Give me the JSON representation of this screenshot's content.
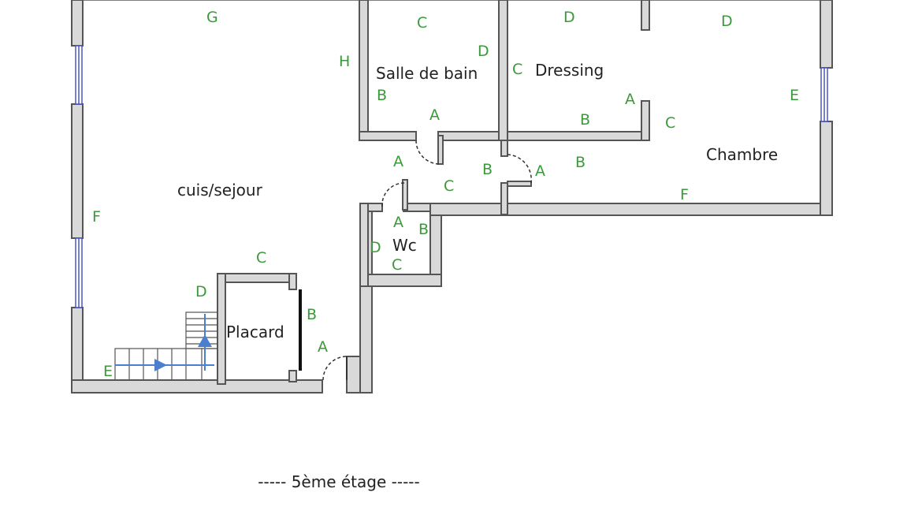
{
  "caption": "----- 5ème étage -----",
  "rooms": {
    "cuis_sejour": "cuis/sejour",
    "salle_de_bain": "Salle de bain",
    "dressing": "Dressing",
    "chambre": "Chambre",
    "wc": "Wc",
    "placard": "Placard"
  },
  "wall_letters": {
    "sejour_G": "G",
    "sejour_H": "H",
    "sejour_F": "F",
    "sejour_C": "C",
    "sejour_D": "D",
    "sejour_E": "E",
    "sdb_C": "C",
    "sdb_D": "D",
    "sdb_B": "B",
    "sdb_A": "A",
    "dressing_D": "D",
    "dressing_C": "C",
    "dressing_B": "B",
    "dressing_A": "A",
    "chambre_D": "D",
    "chambre_E": "E",
    "chambre_C": "C",
    "chambre_B": "B",
    "chambre_A": "A",
    "chambre_F": "F",
    "hall_A": "A",
    "hall_C": "C",
    "hall_B": "B",
    "wc_A": "A",
    "wc_B": "B",
    "wc_D": "D",
    "wc_C": "C",
    "placard_B": "B",
    "placard_A": "A"
  },
  "colors": {
    "wall_fill": "#d9d9d9",
    "wall_stroke": "#555555",
    "window": "#4a55c8",
    "letters": "#3a9a3a",
    "stair_arrow": "#4a7fd0"
  }
}
